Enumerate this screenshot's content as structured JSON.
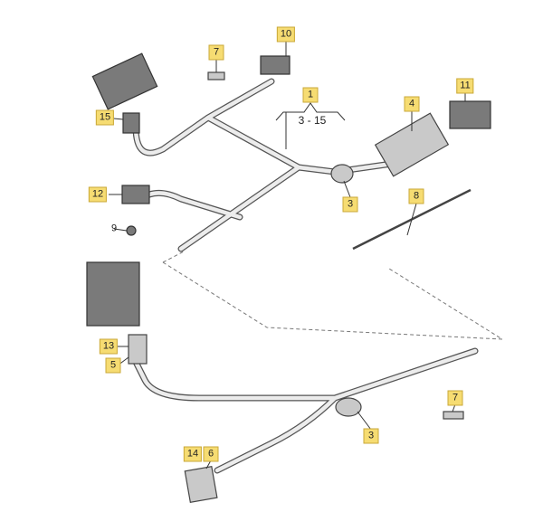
{
  "callouts": [
    {
      "id": "c10",
      "text": "10"
    },
    {
      "id": "c7a",
      "text": "7"
    },
    {
      "id": "c1",
      "text": "1"
    },
    {
      "id": "c4",
      "text": "4"
    },
    {
      "id": "c11",
      "text": "11"
    },
    {
      "id": "c15",
      "text": "15"
    },
    {
      "id": "c3a",
      "text": "3"
    },
    {
      "id": "c12",
      "text": "12"
    },
    {
      "id": "c8",
      "text": "8"
    },
    {
      "id": "c9",
      "text": "9"
    },
    {
      "id": "c13",
      "text": "13"
    },
    {
      "id": "c5",
      "text": "5"
    },
    {
      "id": "c3b",
      "text": "3"
    },
    {
      "id": "c7b",
      "text": "7"
    },
    {
      "id": "c14",
      "text": "14"
    },
    {
      "id": "c6",
      "text": "6"
    }
  ],
  "range_label": "3 - 15",
  "colors": {
    "callout_fill": "#f6dc72",
    "callout_border": "#caa93a"
  }
}
